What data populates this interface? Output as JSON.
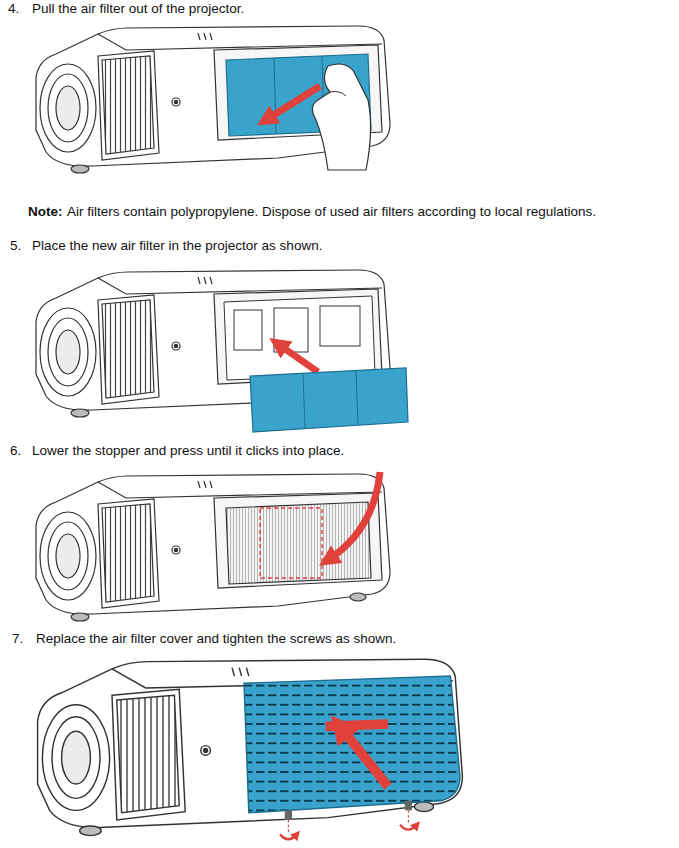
{
  "diagram": {
    "labels": [
      "4.",
      "Pull the air filter out of the projector.",
      "Note:",
      "Air filters contain polypropylene. Dispose of used air filters according to local regulations.",
      "5.",
      "Place the new air filter in the projector as shown.",
      "6.",
      "Lower the stopper and press until it clicks into place.",
      "7.",
      "Replace the air filter cover and tighten the screws as shown."
    ]
  }
}
